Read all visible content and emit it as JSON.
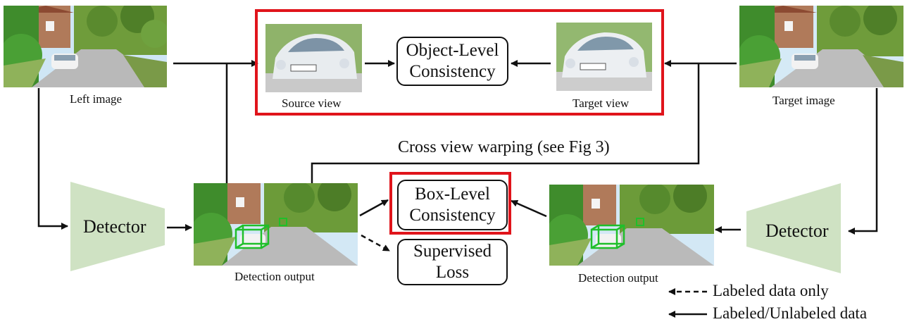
{
  "captions": {
    "left_image": "Left image",
    "target_image": "Target image",
    "source_view": "Source view",
    "target_view": "Target view",
    "detection_output_left": "Detection output",
    "detection_output_right": "Detection output"
  },
  "boxes": {
    "object_level": [
      "Object-Level",
      "Consistency"
    ],
    "box_level": [
      "Box-Level",
      "Consistency"
    ],
    "supervised": [
      "Supervised",
      "Loss"
    ]
  },
  "detectors": {
    "left": "Detector",
    "right": "Detector"
  },
  "warp_label": "Cross view warping (see Fig 3)",
  "legend": {
    "dashed": "Labeled data only",
    "solid": "Labeled/Unlabeled data"
  },
  "colors": {
    "highlight": "#e0141b",
    "detector_fill": "#cfe2c3",
    "detection_box": "#1fbf2a",
    "arrow": "#111111"
  }
}
